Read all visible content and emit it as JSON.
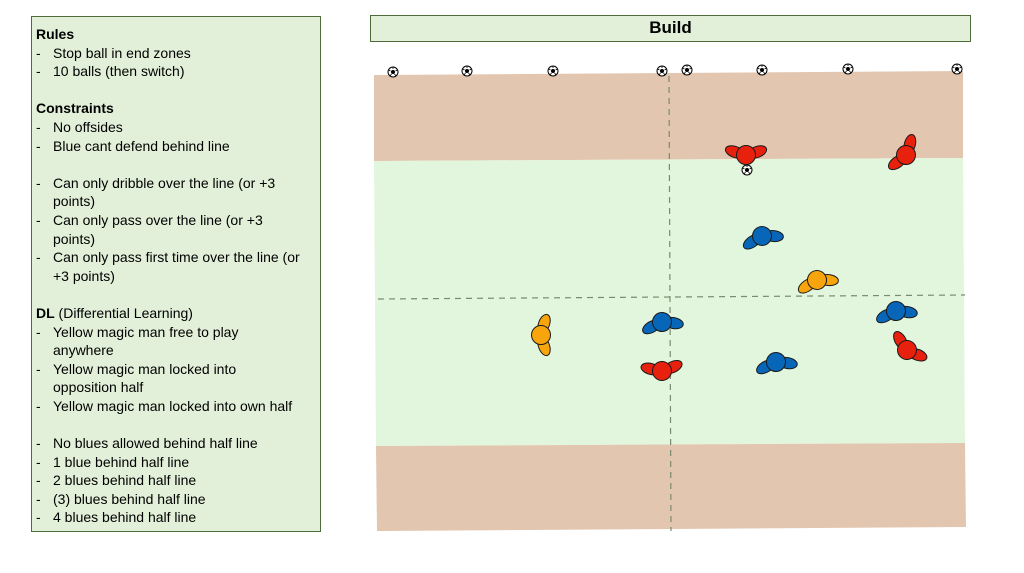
{
  "title": "Build",
  "rules_panel": {
    "sections": [
      {
        "heading": "Rules",
        "heading_suffix": "",
        "items": [
          "Stop ball in end zones",
          "10 balls (then switch)"
        ]
      },
      {
        "heading": "Constraints",
        "heading_suffix": "",
        "items": [
          "No offsides",
          "Blue cant defend behind line"
        ]
      },
      {
        "heading": "",
        "heading_suffix": "",
        "items": [
          [
            "Can only dribble over the line (or +3",
            "points)"
          ],
          [
            "Can only pass over the line (or +3",
            "points)"
          ],
          [
            "Can only pass first time over the line (or",
            "+3 points)"
          ]
        ]
      },
      {
        "heading": "DL",
        "heading_suffix": " (Differential Learning)",
        "items": [
          [
            "Yellow magic man free to play",
            "anywhere"
          ],
          [
            "Yellow magic man locked into",
            "opposition half"
          ],
          "Yellow magic man locked into own half"
        ]
      },
      {
        "heading": "",
        "heading_suffix": "",
        "items": [
          "No blues allowed behind half line",
          "1 blue behind half line",
          "2 blues behind half line",
          "(3) blues behind half line",
          "4 blues behind half line"
        ]
      }
    ]
  },
  "pitch": {
    "colors": {
      "end_zone": "#e2c6b0",
      "middle_zone": "#e2f6dd",
      "line": "#7a8a70",
      "red": "#e8210e",
      "blue": "#0866b8",
      "yellow": "#f8a40c"
    },
    "balls_count_top": 8,
    "players": [
      {
        "team": "red",
        "label": "red-player-attacker-with-ball"
      },
      {
        "team": "red",
        "label": "red-player-top-right"
      },
      {
        "team": "blue",
        "label": "blue-player-1"
      },
      {
        "team": "yellow",
        "label": "yellow-magic-man-1"
      },
      {
        "team": "blue",
        "label": "blue-player-2"
      },
      {
        "team": "blue",
        "label": "blue-player-3"
      },
      {
        "team": "yellow",
        "label": "yellow-magic-man-2"
      },
      {
        "team": "red",
        "label": "red-player-3"
      },
      {
        "team": "blue",
        "label": "blue-player-4"
      },
      {
        "team": "red",
        "label": "red-player-4"
      }
    ]
  }
}
